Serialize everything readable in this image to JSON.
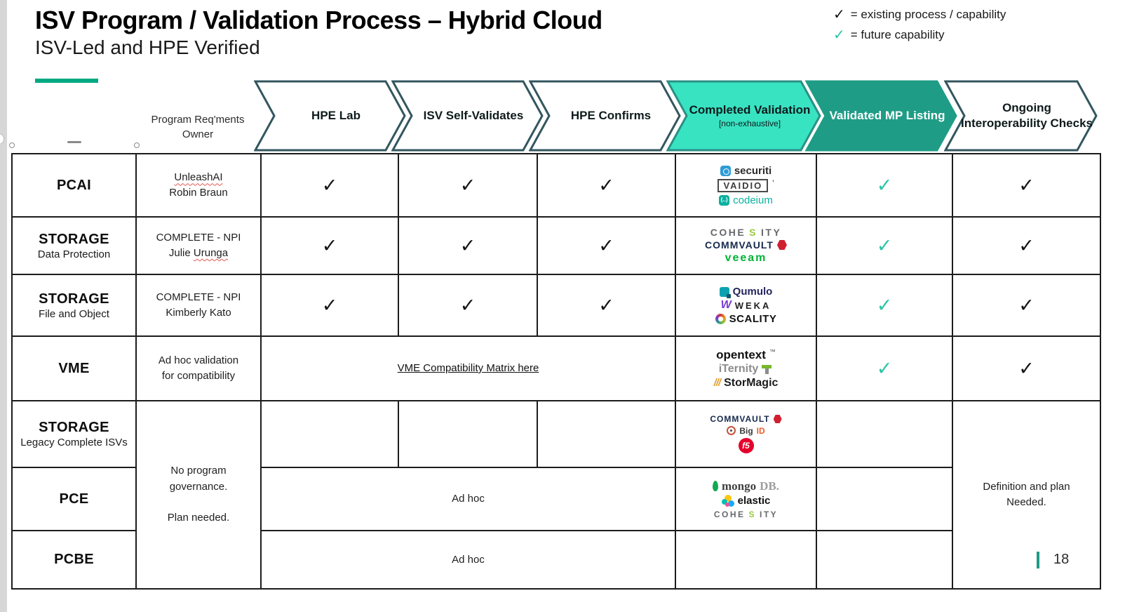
{
  "slide": {
    "title": "ISV Program / Validation Process – Hybrid Cloud",
    "subtitle": "ISV-Led and HPE Verified",
    "page_number": "18"
  },
  "legend": {
    "check": "✓",
    "existing_label": "= existing process / capability",
    "future_label": "= future capability"
  },
  "header": {
    "owner_column_line1": "Program Req'ments",
    "owner_column_line2": "Owner"
  },
  "steps": [
    {
      "label": "HPE Lab"
    },
    {
      "label": "ISV Self-Validates"
    },
    {
      "label": "HPE Confirms"
    },
    {
      "label": "Completed Validation",
      "sublabel": "[non-exhaustive]",
      "fill": "#38e3c2"
    },
    {
      "label": "Validated MP Listing",
      "fill": "#1f9c86"
    },
    {
      "label": "Ongoing Interoperability Checks"
    }
  ],
  "marks": {
    "check": "✓"
  },
  "colors": {
    "accent_green_bar": "#00a982",
    "chevron_border": "#33565f",
    "completed_fill": "#38e3c2",
    "validated_fill": "#1f9c86",
    "future_check": "#2cc3a6",
    "existing_check": "#131313"
  },
  "rows": [
    {
      "category": "PCAI",
      "owner_line1": "UnleashAI",
      "owner_line2": "Robin Braun"
    },
    {
      "category": "STORAGE",
      "subcategory": "Data Protection",
      "owner_line1": "COMPLETE - NPI",
      "owner_first": "Julie ",
      "owner_last": "Urunga"
    },
    {
      "category": "STORAGE",
      "subcategory": "File and Object",
      "owner_line1": "COMPLETE - NPI",
      "owner_line2": "Kimberly Kato"
    },
    {
      "category": "VME",
      "owner_line1": "Ad hoc validation",
      "owner_line2": "for compatibility",
      "link": "VME Compatibility Matrix here"
    },
    {
      "category": "STORAGE",
      "subcategory": "Legacy Complete ISVs"
    },
    {
      "category": "PCE",
      "adhoc": "Ad hoc"
    },
    {
      "category": "PCBE",
      "adhoc": "Ad hoc"
    }
  ],
  "merged": {
    "no_program_line1": "No program",
    "no_program_line2": "governance.",
    "no_program_line3": "Plan needed.",
    "definition_line1": "Definition and plan",
    "definition_line2": "Needed."
  },
  "logos": {
    "securiti": "securiti",
    "vaidio": "VAIDIO",
    "vaidio_prime": "'",
    "codeium_icon": "(..)",
    "codeium": "codeium",
    "cohesity_a": "COHE",
    "cohesity_s": "S",
    "cohesity_b": "ITY",
    "commvault": "COMMVAULT",
    "veeam": "veeam",
    "qumulo": "Qumulo",
    "weka_icon": "W",
    "weka": "WEKA",
    "scality": "SCALITY",
    "opentext": "opentext",
    "opentext_tm": "™",
    "iternity": "iTernity",
    "stormagic_icon": "///",
    "stormagic": "StorMagic",
    "bigid_a": "Big",
    "bigid_b": "ID",
    "f5": "f5",
    "mongo_a": "mongo",
    "mongo_b": "DB.",
    "elastic": "elastic"
  }
}
